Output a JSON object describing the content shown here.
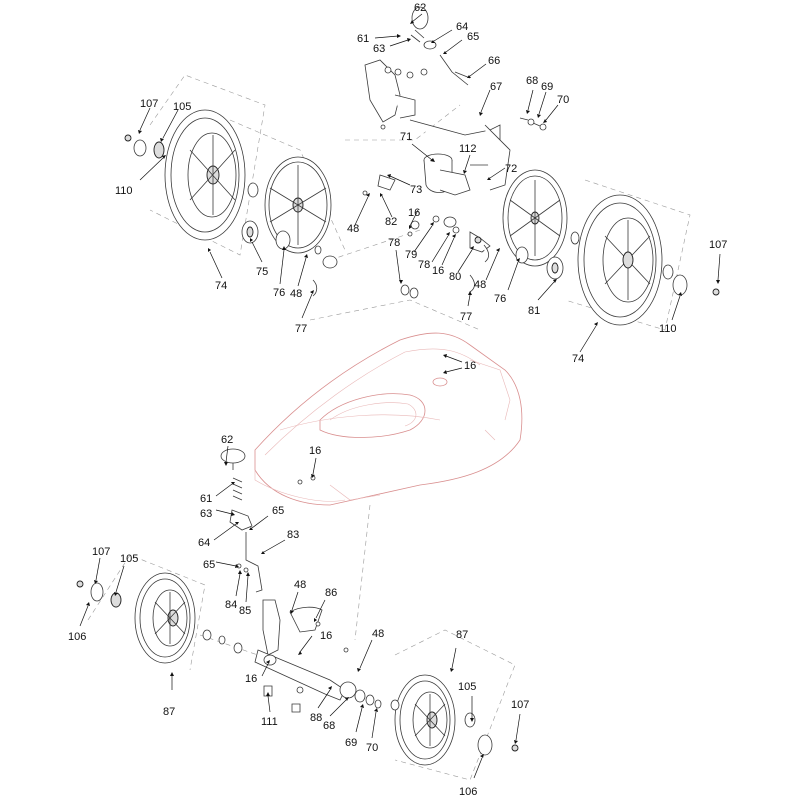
{
  "diagram": {
    "callouts": [
      {
        "id": "c-62a",
        "text": "62"
      },
      {
        "id": "c-61a",
        "text": "61"
      },
      {
        "id": "c-63a",
        "text": "63"
      },
      {
        "id": "c-64a",
        "text": "64"
      },
      {
        "id": "c-65a",
        "text": "65"
      },
      {
        "id": "c-66",
        "text": "66"
      },
      {
        "id": "c-67",
        "text": "67"
      },
      {
        "id": "c-68a",
        "text": "68"
      },
      {
        "id": "c-69a",
        "text": "69"
      },
      {
        "id": "c-70a",
        "text": "70"
      },
      {
        "id": "c-107a",
        "text": "107"
      },
      {
        "id": "c-105a",
        "text": "105"
      },
      {
        "id": "c-110a",
        "text": "110"
      },
      {
        "id": "c-71",
        "text": "71"
      },
      {
        "id": "c-112",
        "text": "112"
      },
      {
        "id": "c-72",
        "text": "72"
      },
      {
        "id": "c-73",
        "text": "73"
      },
      {
        "id": "c-48a",
        "text": "48"
      },
      {
        "id": "c-82",
        "text": "82"
      },
      {
        "id": "c-16a",
        "text": "16"
      },
      {
        "id": "c-78a",
        "text": "78"
      },
      {
        "id": "c-79",
        "text": "79"
      },
      {
        "id": "c-78b",
        "text": "78"
      },
      {
        "id": "c-16b",
        "text": "16"
      },
      {
        "id": "c-80",
        "text": "80"
      },
      {
        "id": "c-48b",
        "text": "48"
      },
      {
        "id": "c-76b",
        "text": "76"
      },
      {
        "id": "c-107b",
        "text": "107"
      },
      {
        "id": "c-75",
        "text": "75"
      },
      {
        "id": "c-76a",
        "text": "76"
      },
      {
        "id": "c-48c",
        "text": "48"
      },
      {
        "id": "c-74a",
        "text": "74"
      },
      {
        "id": "c-77a",
        "text": "77"
      },
      {
        "id": "c-77b",
        "text": "77"
      },
      {
        "id": "c-81",
        "text": "81"
      },
      {
        "id": "c-110b",
        "text": "110"
      },
      {
        "id": "c-74b",
        "text": "74"
      },
      {
        "id": "c-16c",
        "text": "16"
      },
      {
        "id": "c-62b",
        "text": "62"
      },
      {
        "id": "c-16d",
        "text": "16"
      },
      {
        "id": "c-61b",
        "text": "61"
      },
      {
        "id": "c-63b",
        "text": "63"
      },
      {
        "id": "c-65b",
        "text": "65"
      },
      {
        "id": "c-64b",
        "text": "64"
      },
      {
        "id": "c-83",
        "text": "83"
      },
      {
        "id": "c-65c",
        "text": "65"
      },
      {
        "id": "c-107c",
        "text": "107"
      },
      {
        "id": "c-105b",
        "text": "105"
      },
      {
        "id": "c-48d",
        "text": "48"
      },
      {
        "id": "c-86",
        "text": "86"
      },
      {
        "id": "c-84",
        "text": "84"
      },
      {
        "id": "c-85",
        "text": "85"
      },
      {
        "id": "c-16e",
        "text": "16"
      },
      {
        "id": "c-106a",
        "text": "106"
      },
      {
        "id": "c-48e",
        "text": "48"
      },
      {
        "id": "c-87a",
        "text": "87"
      },
      {
        "id": "c-87b",
        "text": "87"
      },
      {
        "id": "c-16f",
        "text": "16"
      },
      {
        "id": "c-105c",
        "text": "105"
      },
      {
        "id": "c-107d",
        "text": "107"
      },
      {
        "id": "c-111",
        "text": "111"
      },
      {
        "id": "c-88",
        "text": "88"
      },
      {
        "id": "c-68b",
        "text": "68"
      },
      {
        "id": "c-69b",
        "text": "69"
      },
      {
        "id": "c-70b",
        "text": "70"
      },
      {
        "id": "c-106b",
        "text": "106"
      }
    ]
  }
}
